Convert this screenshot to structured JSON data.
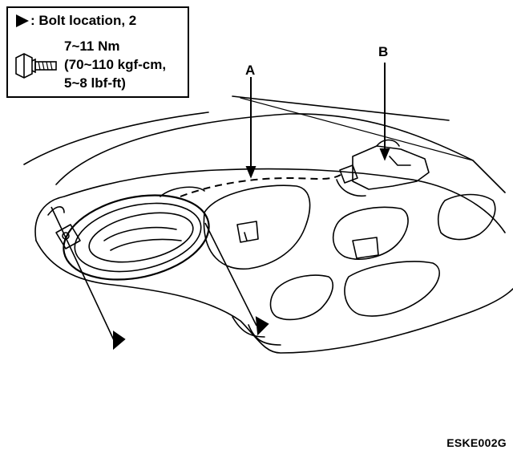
{
  "legend": {
    "bolt_location_text": ": Bolt location, 2",
    "torque_lines": [
      "7~11 Nm",
      "(70~110 kgf-cm,",
      "5~8 lbf-ft)"
    ],
    "bolt_icon": "bolt-icon",
    "marker_icon": "triangle-marker-icon"
  },
  "callouts": {
    "a": "A",
    "b": "B"
  },
  "figure_code": "ESKE002G"
}
